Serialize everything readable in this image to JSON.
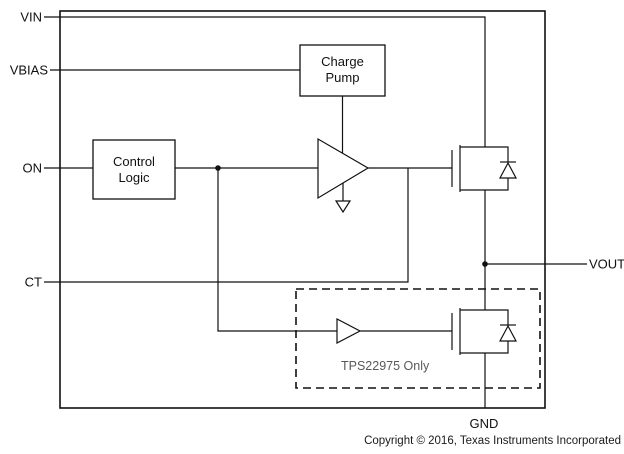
{
  "pins": {
    "vin": "VIN",
    "vbias": "VBIAS",
    "on": "ON",
    "ct": "CT",
    "vout": "VOUT",
    "gnd": "GND"
  },
  "blocks": {
    "charge_pump": {
      "line1": "Charge",
      "line2": "Pump"
    },
    "control_logic": {
      "line1": "Control",
      "line2": "Logic"
    }
  },
  "annotations": {
    "tps22975_only": "TPS22975 Only",
    "copyright": "Copyright © 2016, Texas Instruments Incorporated"
  },
  "colors": {
    "line": "#111111",
    "background": "#ffffff",
    "annotation_gray": "#595959"
  }
}
